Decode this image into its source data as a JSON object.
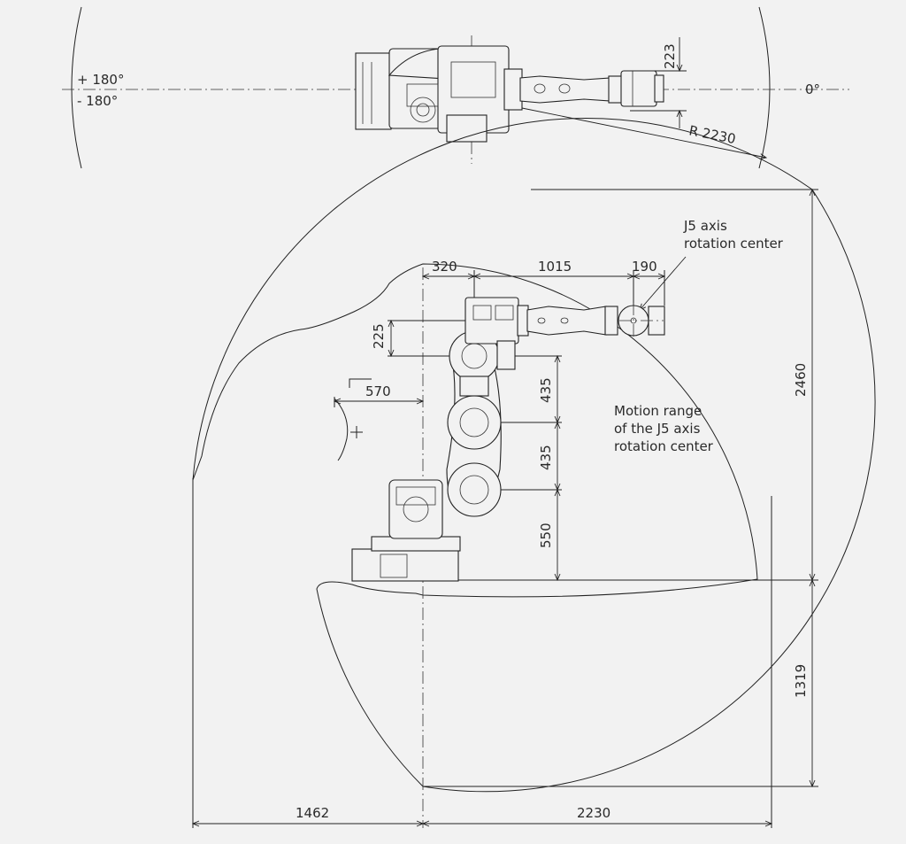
{
  "top_view": {
    "angle_plus": "+ 180°",
    "angle_minus": "- 180°",
    "angle_zero": "0°",
    "offset_dim": "223",
    "radius_dim": "R 2230"
  },
  "side_view": {
    "dim_320": "320",
    "dim_1015": "1015",
    "dim_190": "190",
    "dim_225": "225",
    "dim_570": "570",
    "dim_435_upper": "435",
    "dim_435_lower": "435",
    "dim_550": "550",
    "dim_2460": "2460",
    "dim_1319": "1319",
    "dim_1462": "1462",
    "dim_2230": "2230",
    "j5_label_line1": "J5 axis",
    "j5_label_line2": "rotation center",
    "motion_label_line1": "Motion range",
    "motion_label_line2": "of the J5 axis",
    "motion_label_line3": "rotation center"
  }
}
